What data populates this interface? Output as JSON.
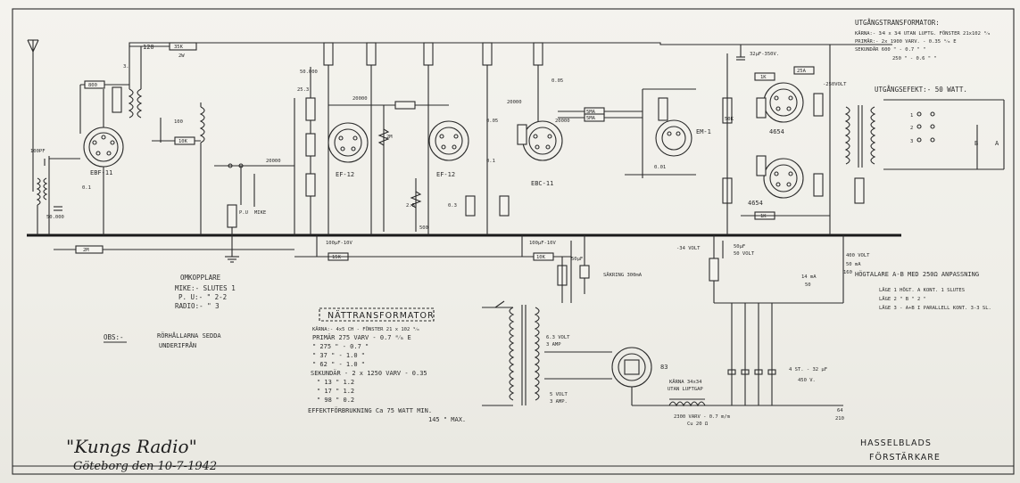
{
  "tubes": {
    "ebf11": "EBF-11",
    "ef12a": "EF-12",
    "ef12b": "EF-12",
    "ebc11": "EBC-11",
    "em1": "EM-1",
    "p4654a": "4654",
    "p4654b": "4654",
    "rect83": "83"
  },
  "components": {
    "r_35k": "35K",
    "r_2w": "2W",
    "r_800": "800",
    "r_10k": "10K",
    "r_2m": "2M",
    "r_15k": "15K",
    "r_10k_b": "10K",
    "r_1k": "1K",
    "r_25a": "25A",
    "r_1k_b": "1K",
    "r_50k": "50K",
    "r_5ma": "5MA",
    "r_5ma_b": "5MA",
    "c_100pf": "100PF",
    "c_01": "0.1",
    "c_50000": "50.000",
    "c_100": "100",
    "c_20000a": "20000",
    "c_20000b": "20000",
    "c_20000c": "20000",
    "c_20000d": "20000",
    "c_50000b": "50.000",
    "c_25": "25.3",
    "c_005": "0.05",
    "c_005b": "0.05",
    "c_01b": "0.1",
    "c_03": "0.3",
    "c_100uf": "100µF-10V",
    "c_100uf_b": "100µF-10V",
    "c_0_01": "0.01",
    "c_32uf": "32µF-350V.",
    "c_50uf": "50µF",
    "c_50volt": "50 VOLT",
    "v_120": "120",
    "v_3": "3.",
    "v_2m": "2M",
    "v_500": "500",
    "v_25": "2.5",
    "sakring": "SÄKRING 300mA",
    "minus34": "-34 VOLT",
    "v250": "-250VOLT",
    "u_pu": "P.U",
    "u_mike": "MIKE",
    "u_6v": "6.3 VOLT",
    "u_6v_b": "3 AMP",
    "u_5v": "5 VOLT",
    "u_5v_b": "3 AMP.",
    "kar_choke_a": "KÄRNA 34x34",
    "kar_choke_b": "UTAN LUFTGAP",
    "choke_c": "2300 VARV - 0.7 m/m",
    "choke_d": "Cu 20 Ω",
    "caps_label_a": "4 ST. - 32 µF",
    "caps_label_b": "450 V.",
    "l_400": "400 VOLT",
    "l_50ma": "50 mA",
    "l_160": "160",
    "l_14ma": "14 mA",
    "l_50": "50",
    "l_64": "64",
    "l_210": "210",
    "outputs_1": "1",
    "outputs_2": "2",
    "outputs_3": "3",
    "outputs_b": "B",
    "outputs_a": "A"
  },
  "utgangstransformator": {
    "title": "UTGÅNGSTRANSFORMATOR:",
    "line1": "KÄRNA:- 3⁄4 x 3⁄4 UTAN LUFTG. FÖNSTER 21x102 ⁹⁄ₘ",
    "line2": "PRIMÄR:- 2x 1900 VARV. - 0.35 ᵐ⁄ₘ E",
    "line3": "SEKUNDÄR 600  \"  - 0.7  \"  \"",
    "line4": "250  \"  - 0.6  \"  \""
  },
  "utgangsefekt": "UTGÅNGSEFEKT:- 50 WATT.",
  "omkopplare": {
    "title": "OMKOPPLARE",
    "line1": "MIKE:-  SLUTES 1",
    "line2": "P. U:-     \"     2-2",
    "line3": "RADIO:-     \"     3"
  },
  "obs": {
    "label": "OBS:-",
    "line1": "RÖRHÅLLARNA SEDDA",
    "line2": "UNDERIFRÅN"
  },
  "nattransformator": {
    "title": "NÄTTRANSFORMATOR",
    "line1": "KÄRNA:-  4x5 CH  - FÖNSTER  21 x 102 ⁹⁄ₘ",
    "line2": "PRIMÄR  275 VARV - 0.7 ᵐ⁄ₘ E",
    "line3": "\"        275   \"   - 0.7   \"",
    "line4": "\"         37   \"   - 1.0   \"",
    "line5": "\"         62   \"   - 1.0   \"",
    "line6": "SEKUNDÄR - 2 x 1250 VARV - 0.35",
    "line7": "\"         13   \"    1.2",
    "line8": "\"         17   \"    1.2",
    "line9": "\"         98   \"    0.2",
    "line10": "EFFEKTFÖRBRUKNING  Ca 75 WATT MIN.",
    "line11": "145  \"   MAX."
  },
  "hogtalare": {
    "line1": "HÖGTALARE A-B MED 250Ω ANPASSNING",
    "line2": "LÄGE 1  HÖGT. A   KONT. 1 SLUTES",
    "line3": "LÄGE 2     \"     B      \"     2     \"",
    "line4": "LÄGE 3  -  A+B I PARALLELL KONT. 3-3 SL."
  },
  "signature": {
    "brand": "\"Kungs Radio\"",
    "place": "Göteborg den 10-7-1942"
  },
  "title_block": {
    "line1": "HASSELBLADS",
    "line2": "FÖRSTÄRKARE"
  },
  "colors": {
    "paper": "#efeee8",
    "ink": "#2a2a2a"
  }
}
